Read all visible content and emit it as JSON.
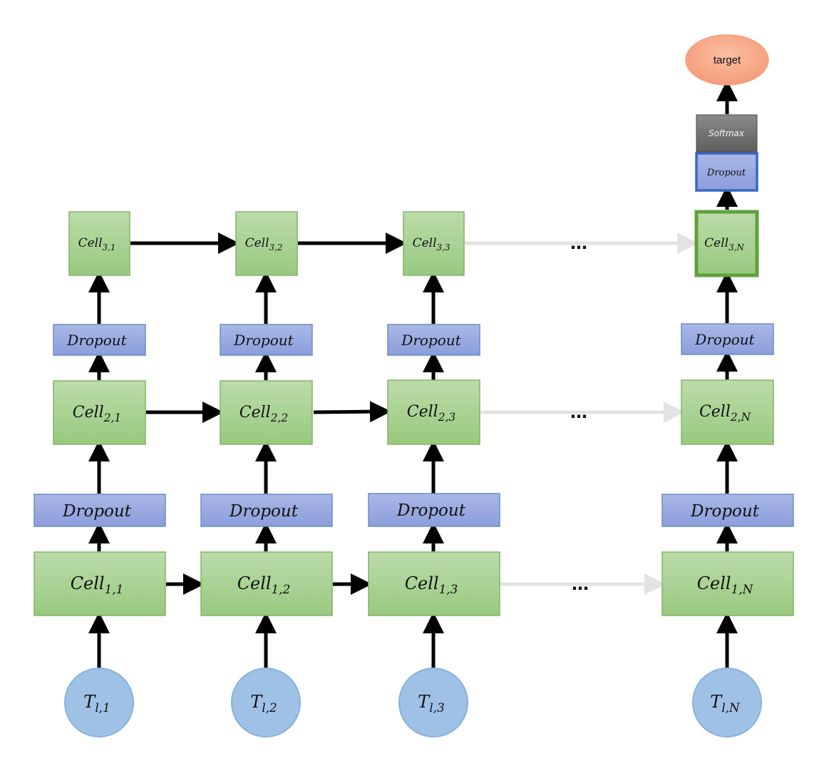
{
  "colors": {
    "cell_fill_top": "#bcdcaa",
    "cell_fill_bottom": "#98c97f",
    "cell_stroke": "#82b366",
    "cell_highlight_stroke": "#5ea13c",
    "dropout_fill_top": "#a9b7e6",
    "dropout_fill_bottom": "#8d9fdc",
    "dropout_stroke": "#6c8ebf",
    "dropout_highlight_stroke": "#3a68c2",
    "input_fill": "#9fc1e6",
    "input_stroke": "#86b2dd",
    "softmax_fill": "#6f6f6f",
    "target_fill": "#f8a886",
    "arrow": "#000000",
    "arrow_light": "#e3e3e3"
  },
  "inputs": [
    {
      "base": "T",
      "sub": "l,1"
    },
    {
      "base": "T",
      "sub": "l,2"
    },
    {
      "base": "T",
      "sub": "l,3"
    },
    {
      "base": "T",
      "sub": "l,N"
    }
  ],
  "layer1_cells": [
    {
      "base": "Cell",
      "sub": "1,1"
    },
    {
      "base": "Cell",
      "sub": "1,2"
    },
    {
      "base": "Cell",
      "sub": "1,3"
    },
    {
      "base": "Cell",
      "sub": "1,N"
    }
  ],
  "dropout1": [
    "Dropout",
    "Dropout",
    "Dropout",
    "Dropout"
  ],
  "layer2_cells": [
    {
      "base": "Cell",
      "sub": "2,1"
    },
    {
      "base": "Cell",
      "sub": "2,2"
    },
    {
      "base": "Cell",
      "sub": "2,3"
    },
    {
      "base": "Cell",
      "sub": "2,N"
    }
  ],
  "dropout2": [
    "Dropout",
    "Dropout",
    "Dropout",
    "Dropout"
  ],
  "layer3_cells": [
    {
      "base": "Cell",
      "sub": "3,1"
    },
    {
      "base": "Cell",
      "sub": "3,2"
    },
    {
      "base": "Cell",
      "sub": "3,3"
    },
    {
      "base": "Cell",
      "sub": "3,N"
    }
  ],
  "ellipsis": "…",
  "output_dropout": "Dropout",
  "softmax": "Softmax",
  "target": "target"
}
